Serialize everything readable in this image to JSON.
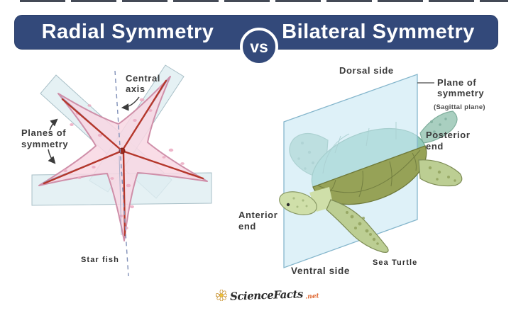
{
  "header": {
    "left_title": "Radial Symmetry",
    "vs_label": "vs",
    "right_title": "Bilateral Symmetry",
    "banner_color": "#33497a",
    "text_color": "#ffffff"
  },
  "radial_panel": {
    "labels": {
      "central_axis_line1": "Central",
      "central_axis_line2": "axis",
      "planes_line1": "Planes of",
      "planes_line2": "symmetry",
      "organism": "Star fish"
    },
    "colors": {
      "body_pink": "#f8d7e3",
      "body_outline": "#cf8fa9",
      "ridge_red": "#b5372b",
      "plane_blue": "#dfeef1",
      "axis_blue": "#8090b8"
    }
  },
  "bilateral_panel": {
    "labels": {
      "dorsal": "Dorsal side",
      "plane_line1": "Plane of",
      "plane_line2": "symmetry",
      "sagittal": "(Sagittal plane)",
      "posterior_line1": "Posterior",
      "posterior_line2": "end",
      "anterior_line1": "Anterior",
      "anterior_line2": "end",
      "ventral": "Ventral side",
      "organism": "Sea Turtle"
    },
    "colors": {
      "plane_blue": "#c9e9f4",
      "shell_olive": "#96a257",
      "shell_teal": "#93ccbd",
      "skin_pale": "#cfdfa9",
      "flipper_spotted": "#bcce93"
    }
  },
  "footer": {
    "brand": "ScienceFacts",
    "brand_suffix": ".net",
    "accent": "#e06a35"
  }
}
